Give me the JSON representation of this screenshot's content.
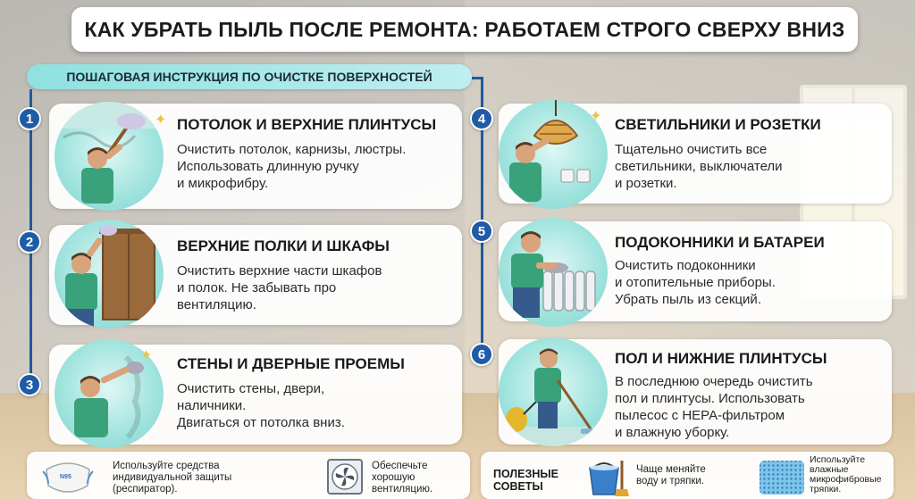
{
  "title": "КАК УБРАТЬ ПЫЛЬ ПОСЛЕ РЕМОНТА: РАБОТАЕМ СТРОГО СВЕРХУ ВНИЗ",
  "subtitle": "ПОШАГОВАЯ ИНСТРУКЦИЯ ПО ОЧИСТКЕ ПОВЕРХНОСТЕЙ",
  "steps": [
    {
      "num": "1",
      "title": "ПОТОЛОК И ВЕРХНИЕ ПЛИНТУСЫ",
      "lines": [
        "Очистить потолок, карнизы, люстры.",
        "Использовать длинную ручку",
        "и микрофибру."
      ]
    },
    {
      "num": "2",
      "title": "ВЕРХНИЕ ПОЛКИ И ШКАФЫ",
      "lines": [
        "Очистить верхние части шкафов",
        "и полок. Не забывать про",
        "вентиляцию."
      ]
    },
    {
      "num": "3",
      "title": "СТЕНЫ И ДВЕРНЫЕ ПРОЕМЫ",
      "lines": [
        "Очистить стены, двери,",
        "наличники.",
        "Двигаться от потолка вниз."
      ]
    },
    {
      "num": "4",
      "title": "СВЕТИЛЬНИКИ И РОЗЕТКИ",
      "lines": [
        "Тщательно очистить все",
        "светильники, выключатели",
        "и розетки."
      ]
    },
    {
      "num": "5",
      "title": "ПОДОКОННИКИ И БАТАРЕИ",
      "lines": [
        "Очистить подоконники",
        "и отопительные приборы.",
        "Убрать пыль из секций."
      ]
    },
    {
      "num": "6",
      "title": "ПОЛ И НИЖНИЕ ПЛИНТУСЫ",
      "lines": [
        "В последнюю очередь очистить",
        "пол и плинтусы. Использовать",
        "пылесос с HEPA-фильтром",
        "и влажную уборку."
      ]
    }
  ],
  "bottom": {
    "respirator_label": "N95",
    "respirator_lines": [
      "Используйте средства",
      "индивидуальной защиты",
      "(респиратор)."
    ],
    "ventilation_lines": [
      "Обеспечьте",
      "хорошую",
      "вентиляцию."
    ],
    "tips_heading": [
      "ПОЛЕЗНЫЕ",
      "СОВЕТЫ"
    ],
    "water_lines": [
      "Чаще меняйте",
      "воду и тряпки."
    ],
    "cloth_lines": [
      "Используйте",
      "влажные",
      "микрофибровые",
      "тряпки."
    ]
  },
  "icons": {
    "sparkle": "sparkle-icon",
    "respirator": "respirator-icon",
    "fan": "fan-icon",
    "bucket": "bucket-icon",
    "cloth": "microfiber-cloth-icon"
  },
  "colors": {
    "accent_blue": "#1f5ba6",
    "subtitle_teal": "#8fe1e0",
    "illustration_teal": "#9fe3dd",
    "sparkle_yellow": "#f3c23b"
  }
}
